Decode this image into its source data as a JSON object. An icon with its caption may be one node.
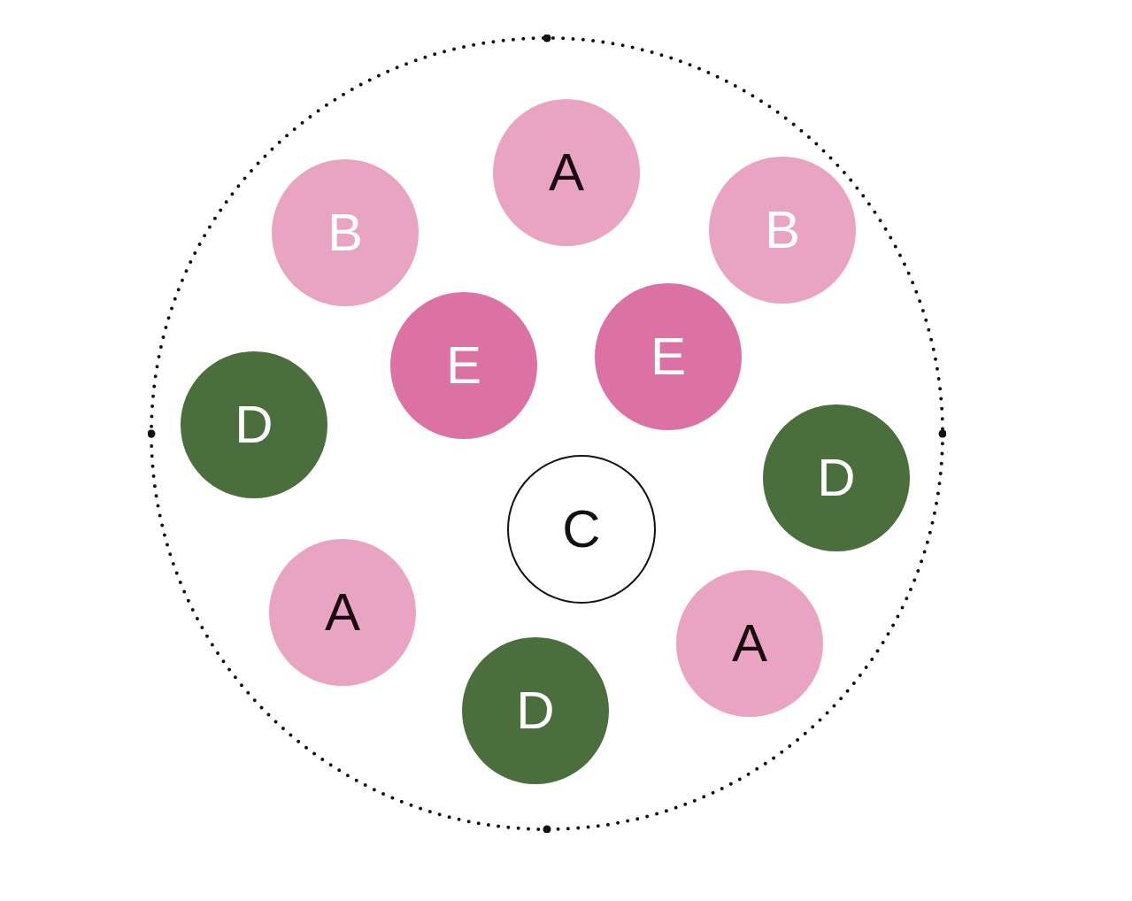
{
  "diagram": {
    "nodes": [
      {
        "text": [],
        "shape": "circle"
      },
      {
        "text": [
          "A"
        ],
        "in": 0
      },
      {
        "text": [
          "B"
        ],
        "in": 0
      },
      {
        "text": [
          "B"
        ],
        "in": 0
      },
      {
        "text": [
          "E"
        ],
        "in": 0
      },
      {
        "text": [
          "E"
        ],
        "in": 0
      },
      {
        "text": [
          "D"
        ],
        "in": 0
      },
      {
        "text": [
          "D"
        ],
        "in": 0
      },
      {
        "text": [
          "C"
        ],
        "in": 0
      },
      {
        "text": [
          "A"
        ],
        "in": 0
      },
      {
        "text": [
          "A"
        ],
        "in": 0
      },
      {
        "text": [
          "D"
        ],
        "in": 0
      }
    ]
  }
}
